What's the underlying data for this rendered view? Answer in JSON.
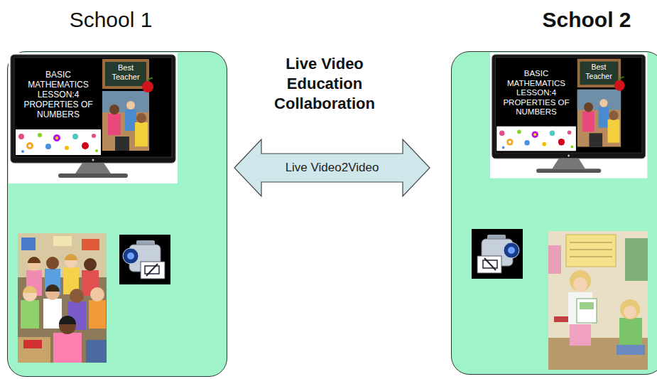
{
  "diagram": {
    "title": "Live Video Education Collaboration",
    "nodes": [
      {
        "text": [
          "School 1"
        ]
      },
      {
        "text": [
          "School 2"
        ]
      }
    ],
    "edges": [
      {
        "from": 0,
        "to": 1,
        "arrow": "both",
        "label": "Live Video2Video"
      }
    ],
    "labels": [
      "BASIC MATHEMATICS LESSON:4 PROPERTIES OF NUMBERS",
      "Best Teacher",
      "BASIC MATHEMATICS LESSON:4 PROPERTIES OF NUMBERS",
      "Best Teacher"
    ]
  }
}
